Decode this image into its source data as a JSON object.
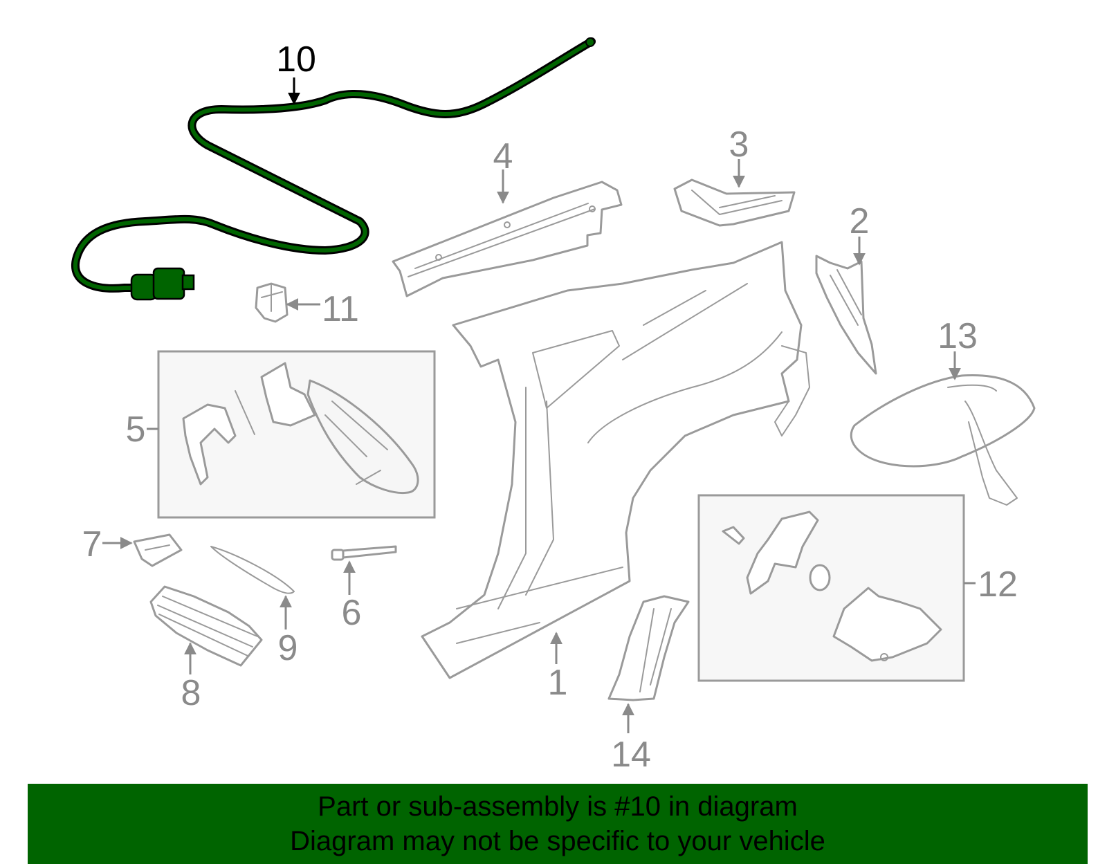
{
  "diagram": {
    "highlighted_part": "10",
    "highlight_color": "#006400",
    "line_color": "#9a9a9a",
    "callouts": {
      "c1": "1",
      "c2": "2",
      "c3": "3",
      "c4": "4",
      "c5": "5",
      "c6": "6",
      "c7": "7",
      "c8": "8",
      "c9": "9",
      "c10": "10",
      "c11": "11",
      "c12": "12",
      "c13": "13",
      "c14": "14"
    }
  },
  "banner": {
    "line1": "Part or sub-assembly is #10 in diagram",
    "line2": "Diagram may not be specific to your vehicle",
    "background": "#006400"
  }
}
